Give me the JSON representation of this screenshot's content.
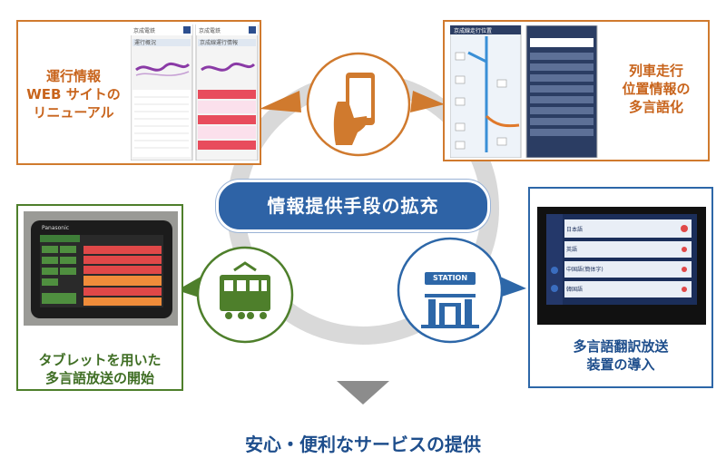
{
  "center_label": "情報提供手段の拡充",
  "footer_label": "安心・便利なサービスの提供",
  "items": {
    "web": {
      "label": "運行情報\nWEB サイトの\nリニューアル"
    },
    "location": {
      "label": "列車走行\n位置情報の\n多言語化"
    },
    "tablet": {
      "label": "タブレットを用いた\n多言語放送の開始"
    },
    "translation": {
      "label": "多言語翻訳放送\n装置の導入"
    }
  },
  "screens": {
    "web_logo_left": "京成電鉄",
    "web_logo_right": "京成電鉄",
    "web_tab_left": "運行概況",
    "web_tab_right": "京成線運行情報",
    "location_title": "京成線走行位置",
    "tablet_brand": "Panasonic",
    "station_sign": "STATION",
    "translation_rows": [
      "日本語",
      "英語",
      "中国語(簡体字)",
      "韓国語"
    ]
  },
  "colors": {
    "orange": "#d07a2e",
    "green": "#4e7f2b",
    "blue": "#2d67a8",
    "ring": "#d9d9d9",
    "arrow": "#8c8c8c"
  },
  "icons": [
    "smartphone-hand-icon",
    "train-icon",
    "station-icon",
    "down-arrow-icon"
  ]
}
